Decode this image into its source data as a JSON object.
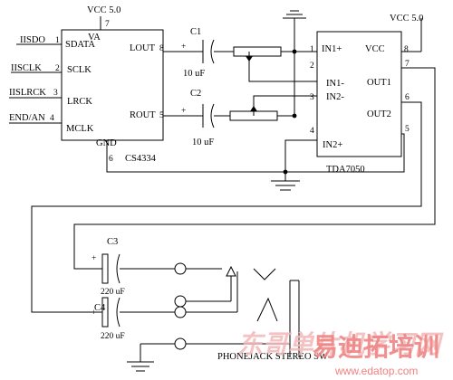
{
  "cs4334": {
    "vcc": "VCC 5.0",
    "vcc_pin": "7",
    "va": "VA",
    "name": "CS4334",
    "gnd": "GND",
    "gnd_pin": "6",
    "left_pins": [
      {
        "net": "IISDO",
        "pin": "1",
        "name": "SDATA"
      },
      {
        "net": "IISCLK",
        "pin": "2",
        "name": "SCLK"
      },
      {
        "net": "IISLRCK",
        "pin": "3",
        "name": "LRCK"
      },
      {
        "net": "END/AN",
        "pin": "4",
        "name": "MCLK"
      }
    ],
    "lout": "LOUT",
    "lout_pin": "8",
    "rout": "ROUT",
    "rout_pin": "5"
  },
  "caps": {
    "c1_name": "C1",
    "c1_value": "10 uF",
    "c2_name": "C2",
    "c2_value": "10 uF",
    "c3_name": "C3",
    "c3_value": "220 uF",
    "c4_name": "C4",
    "c4_value": "220 uF",
    "plus": "+"
  },
  "tda7050": {
    "vcc": "VCC 5.0",
    "name": "TDA7050",
    "in_pins": [
      {
        "pin": "1",
        "name": "IN1+"
      },
      {
        "pin": "2",
        "name": "IN1-"
      },
      {
        "pin": "3",
        "name": "IN2-"
      },
      {
        "pin": "4",
        "name": "IN2+"
      }
    ],
    "vcc_label": "VCC",
    "vcc_pin": "8",
    "pin7": "7",
    "out1": "OUT1",
    "pin6": "6",
    "out2": "OUT2",
    "pin5": "5"
  },
  "jack": {
    "label": "PHONEJACK STEREO SW"
  },
  "watermark": {
    "text_1": "东哥单片机学习网",
    "text_2": "易迪拓培训",
    "url": "www.edatop.com"
  }
}
